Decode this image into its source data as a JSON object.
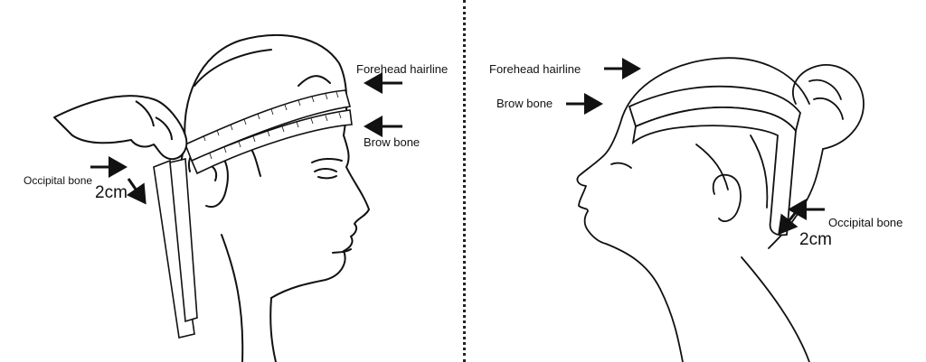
{
  "left_panel": {
    "labels": {
      "forehead_hairline": "Forehead hairline",
      "brow_bone": "Brow bone",
      "occipital_bone": "Occipital bone",
      "offset": "2cm"
    }
  },
  "right_panel": {
    "labels": {
      "forehead_hairline": "Forehead hairline",
      "brow_bone": "Brow bone",
      "occipital_bone": "Occipital bone",
      "offset": "2cm"
    }
  },
  "colors": {
    "ink": "#111111",
    "background": "#ffffff"
  }
}
